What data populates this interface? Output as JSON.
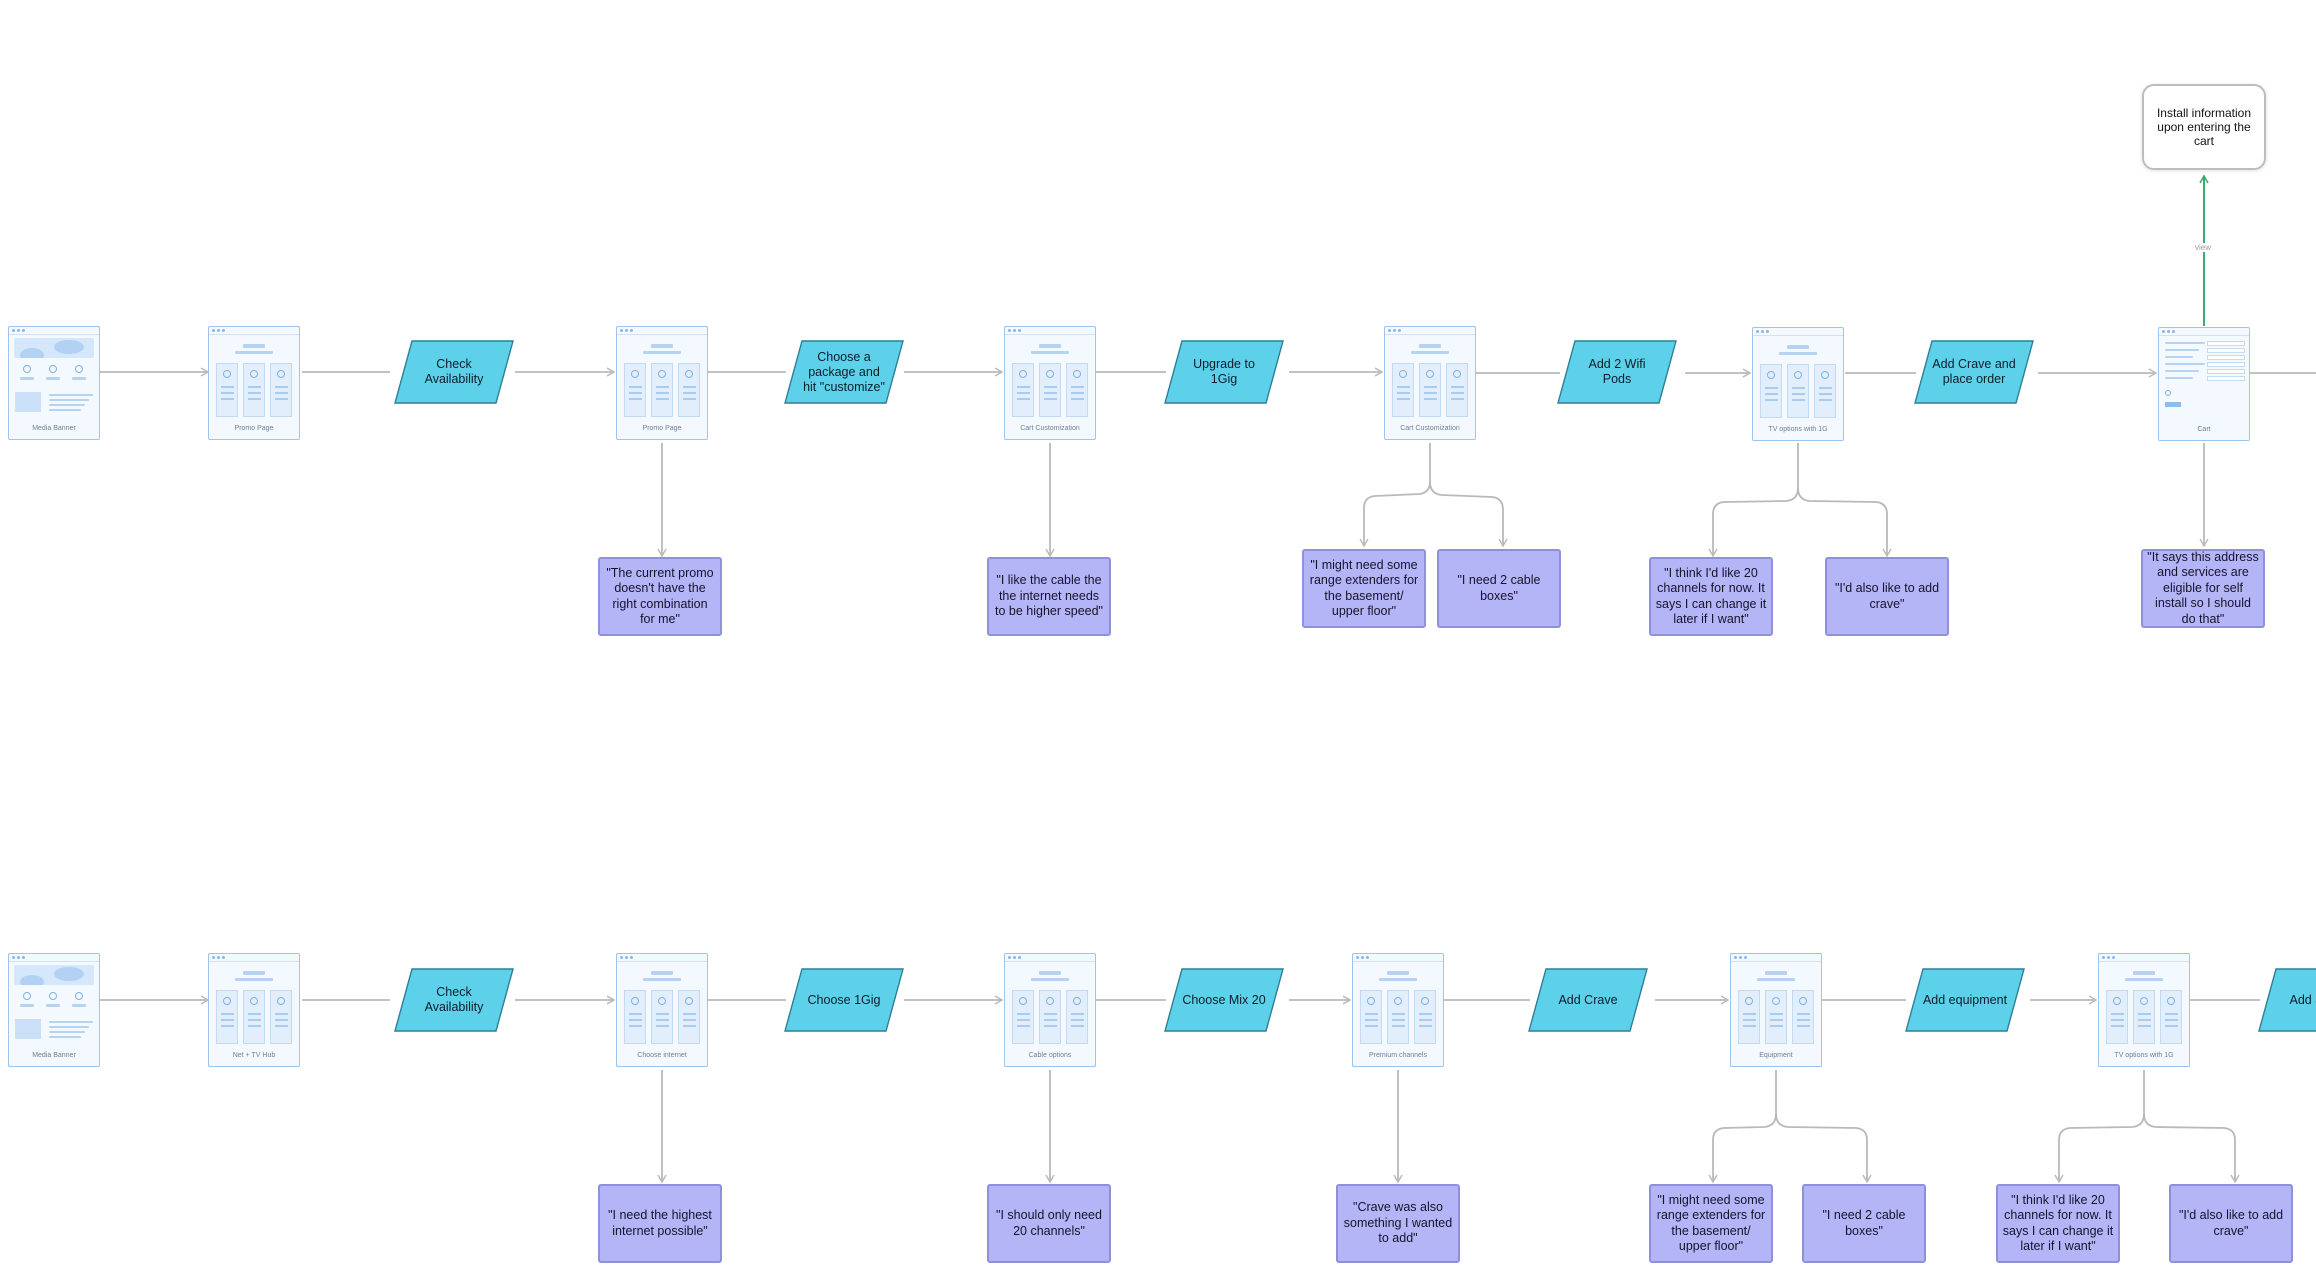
{
  "row1": {
    "frames": [
      {
        "label": "Media Banner"
      },
      {
        "label": "Promo Page"
      },
      {
        "label": "Promo Page"
      },
      {
        "label": "Cart Customization"
      },
      {
        "label": "Cart Customization"
      },
      {
        "label": "TV options with 1G"
      },
      {
        "label": "Cart"
      }
    ],
    "actions": [
      {
        "text": "Check Availability"
      },
      {
        "text": "Choose a package and hit \"customize\""
      },
      {
        "text": "Upgrade to 1Gig"
      },
      {
        "text": "Add 2 Wifi Pods"
      },
      {
        "text": "Add Crave and place order"
      }
    ],
    "notes": [
      {
        "text": "\"The current promo doesn't have the right combination for me\""
      },
      {
        "text": "\"I like the cable the the internet needs to be higher speed\""
      },
      {
        "text": "\"I might need some range extenders for the basement/ upper floor\""
      },
      {
        "text": "\"I need 2 cable boxes\""
      },
      {
        "text": "\"I think I'd like 20 channels for now. It says I can change it later if I want\""
      },
      {
        "text": "\"I'd also like to add crave\""
      },
      {
        "text": "\"It says this address and services are eligible for self install so I should do that\""
      }
    ],
    "bubble": {
      "text": "Install information upon entering the cart"
    },
    "link_label": "view"
  },
  "row2": {
    "frames": [
      {
        "label": "Media Banner"
      },
      {
        "label": "Net + TV Hub"
      },
      {
        "label": "Choose internet"
      },
      {
        "label": "Cable options"
      },
      {
        "label": "Premium channels"
      },
      {
        "label": "Equipment"
      },
      {
        "label": "TV options with 1G"
      }
    ],
    "actions": [
      {
        "text": "Check Availability"
      },
      {
        "text": "Choose 1Gig"
      },
      {
        "text": "Choose Mix 20"
      },
      {
        "text": "Add Crave"
      },
      {
        "text": "Add equipment"
      },
      {
        "text": "Add and o"
      }
    ],
    "notes": [
      {
        "text": "\"I need the highest internet possible\""
      },
      {
        "text": "\"I should only need 20 channels\""
      },
      {
        "text": "\"Crave was also something I wanted to add\""
      },
      {
        "text": "\"I might need some range extenders for the basement/ upper floor\""
      },
      {
        "text": "\"I need 2 cable boxes\""
      },
      {
        "text": "\"I think I'd like 20 channels for now. It says I can change it later if I want\""
      },
      {
        "text": "\"I'd also like to add crave\""
      }
    ]
  },
  "colors": {
    "action_fill": "#5dd1ea",
    "action_stroke": "#2d7f96",
    "note_fill": "#b4b5f7",
    "note_stroke": "#8f90db",
    "frame_stroke": "#9cc4ee",
    "connector": "#b9b9b9",
    "accent_arrow": "#3cab72"
  },
  "icons": {
    "frame_window_dots": "window-dots-icon",
    "arrow_head": "arrow-head-icon"
  }
}
